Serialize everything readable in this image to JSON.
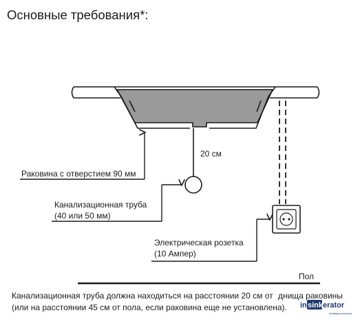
{
  "title": "Основные требования*:",
  "labels": {
    "sink_hole": "Раковина с отверстием 90 мм",
    "drain_pipe_line1": "Канализационная труба",
    "drain_pipe_line2": "(40 или 50 мм)",
    "outlet_line1": "Электрическая розетка",
    "outlet_line2": "(10 Ампер)",
    "distance": "20 см",
    "floor": "Пол"
  },
  "note": {
    "line1_a": "Канализационная труба должна находиться на расстоянии 20 см от",
    "line1_b": "днища раковины",
    "line2": "(или на расстоянии 45 см от пола, если раковина еще не установлена)."
  },
  "logo": {
    "prefix": "in",
    "highlight": "sink",
    "suffix": "erator",
    "tagline": "инновации для кухни"
  },
  "colors": {
    "ink": "#1a1a1a",
    "sink_fill": "#9a9a9a",
    "logo_navy": "#1f3a6b"
  },
  "icons": {
    "outlet": "power-outlet-icon",
    "pipe": "drain-pipe-icon",
    "arrow": "arrow-up-icon"
  }
}
